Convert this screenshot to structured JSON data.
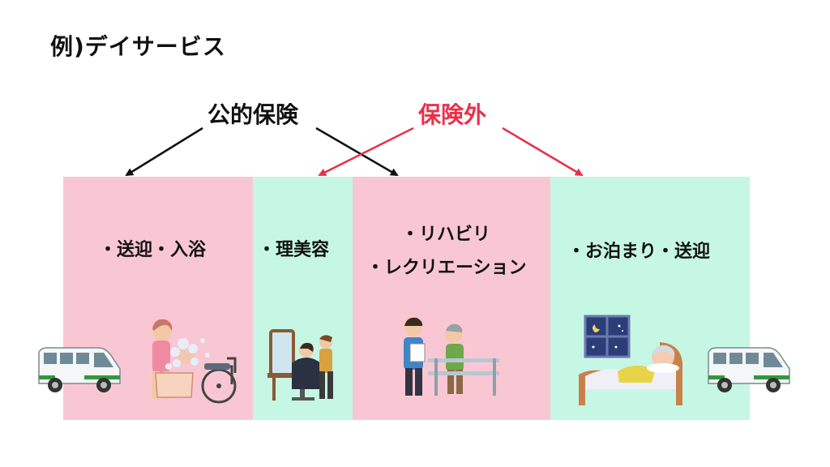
{
  "title": "例)デイサービス",
  "categories": {
    "public": {
      "label": "公的保険",
      "color": "#111111"
    },
    "outside": {
      "label": "保険外",
      "color": "#e8304a"
    }
  },
  "colors": {
    "pink": "#f9c7d3",
    "mint": "#c6f7e4"
  },
  "services": [
    {
      "text": "・送迎・入浴"
    },
    {
      "text": "・理美容"
    },
    {
      "line1": "・リハビリ",
      "line2": "・レクリエーション"
    },
    {
      "text": "・お泊まり・送迎"
    }
  ]
}
